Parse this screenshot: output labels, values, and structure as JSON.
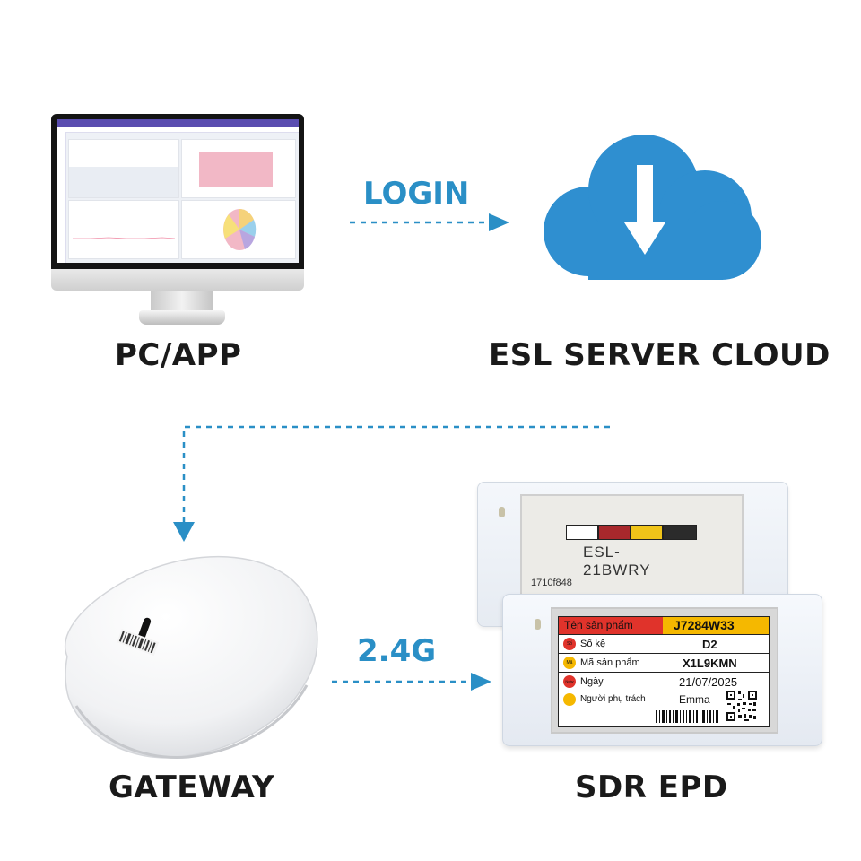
{
  "nodes": {
    "pc": {
      "label": "PC/APP"
    },
    "cloud": {
      "label": "ESL SERVER CLOUD"
    },
    "gateway": {
      "label": "GATEWAY"
    },
    "epd": {
      "label": "SDR EPD"
    }
  },
  "edges": {
    "login": {
      "label": "LOGIN"
    },
    "wireless": {
      "label": "2.4G"
    }
  },
  "esl_back": {
    "model": "ESL-21BWRY",
    "id": "1710f848",
    "color_swatches": [
      "#ffffff",
      "#a8282c",
      "#f0c419",
      "#2b2b2b"
    ]
  },
  "esl_front": {
    "name_label": "Tên sản phẩm",
    "name_value": "J7284W33",
    "rows": [
      {
        "badge": "Số",
        "label": "Số kệ",
        "value": "D2",
        "badge_color": "#e0332b"
      },
      {
        "badge": "Mã",
        "label": "Mã sản phẩm",
        "value": "X1L9KMN",
        "badge_color": "#f5b800"
      },
      {
        "badge": "Ngày",
        "label": "Ngày",
        "value": "21/07/2025",
        "badge_color": "#e0332b"
      },
      {
        "badge": "",
        "label": "Người phụ trách",
        "value": "Emma",
        "badge_color": "#f5b800"
      }
    ]
  },
  "colors": {
    "accent_blue": "#2a8fc6",
    "cloud_blue": "#2f8fd0",
    "esl_red": "#e0332b",
    "esl_yellow": "#f5b800"
  }
}
